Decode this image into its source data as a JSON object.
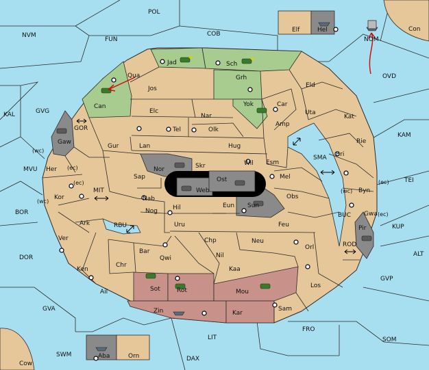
{
  "colors": {
    "sea": "#a8dff0",
    "land": "#e6c79a",
    "green": "#a8cc90",
    "gray": "#8a8a8a",
    "red": "#c8918a",
    "black": "#000000",
    "move_arrow": "#cc1111"
  },
  "sea_labels": {
    "pol": "POL",
    "nvm": "NVM",
    "fun": "FUN",
    "cob": "COB",
    "con": "Con",
    "nom": "NOM",
    "ovd": "OVD",
    "kal": "KAL",
    "gvg": "GVG",
    "gor": "GOR",
    "mvu": "MVU",
    "mit": "MIT",
    "bor": "BOR",
    "rbu": "RBU",
    "dor": "DOR",
    "gva": "GVA",
    "swm": "SWM",
    "cow": "Cow",
    "dax": "DAX",
    "lit": "LIT",
    "fro": "FRO",
    "som": "SOM",
    "gvp": "GVP",
    "alt": "ALT",
    "kup": "KUP",
    "tei": "TEI",
    "kam": "KAM",
    "sma": "SMA",
    "buc": "BUC",
    "rod": "ROD"
  },
  "land_labels": {
    "jad": "Jad",
    "sch": "Sch",
    "qua": "Qua",
    "jos": "Jos",
    "can": "Can",
    "grh": "Grh",
    "eld": "Eld",
    "elc": "Elc",
    "nar": "Nar",
    "yok": "Yok",
    "car": "Car",
    "uta": "Uta",
    "kat": "Kat",
    "tel": "Tel",
    "olk": "Olk",
    "amp": "Amp",
    "gaw": "Gaw",
    "gur": "Gur",
    "lan": "Lan",
    "hug": "Hug",
    "rie": "Rie",
    "bri": "Bri",
    "nor": "Nor",
    "skr": "Skr",
    "wil": "Wil",
    "esm": "Esm",
    "her": "Her",
    "sap": "Sap",
    "ost": "Ost",
    "mel": "Mel",
    "web": "Web",
    "kor": "Kor",
    "nab": "Nab",
    "eun": "Eun",
    "sun": "Sun",
    "obs": "Obs",
    "byn": "Byn",
    "hil": "Hil",
    "gwa": "Gwa",
    "ark": "Ark",
    "nog": "Nog",
    "uru": "Uru",
    "feu": "Feu",
    "pir": "Pir",
    "ver": "Ver",
    "chp": "Chp",
    "neu": "Neu",
    "bar": "Bar",
    "qwi": "Qwi",
    "nil": "Nil",
    "orl": "Orl",
    "ken": "Ken",
    "chr": "Chr",
    "kaa": "Kaa",
    "ail": "Ail",
    "sot": "Sot",
    "rot": "Rot",
    "mou": "Mou",
    "los": "Los",
    "zin": "Zin",
    "kar": "Kar",
    "sam": "Sam",
    "elf": "Elf",
    "hel": "Hel",
    "aba": "Aba",
    "orn": "Orn"
  },
  "coast_labels": {
    "wc1": "(wc)",
    "ec1": "(ec)",
    "ec2": "(ec)",
    "wc2": "(wc)",
    "ec3": "(ec)",
    "wc3": "(wc)",
    "ec4": "(ec)"
  }
}
